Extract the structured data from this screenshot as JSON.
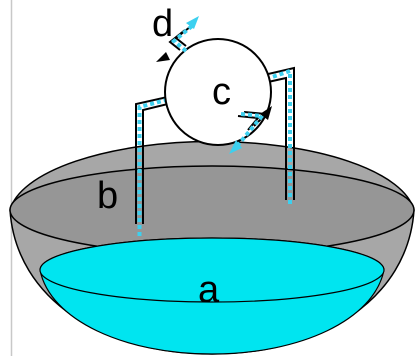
{
  "labels": {
    "a": "a",
    "b": "b",
    "c": "c",
    "d": "d"
  },
  "colors": {
    "bowl_gray": "#a7a7a7",
    "bowl_top": "#969696",
    "water": "#00e5f0",
    "flow_dots": "#3cd0ef",
    "outline": "#000000",
    "tube_fill": "#ffffff"
  }
}
